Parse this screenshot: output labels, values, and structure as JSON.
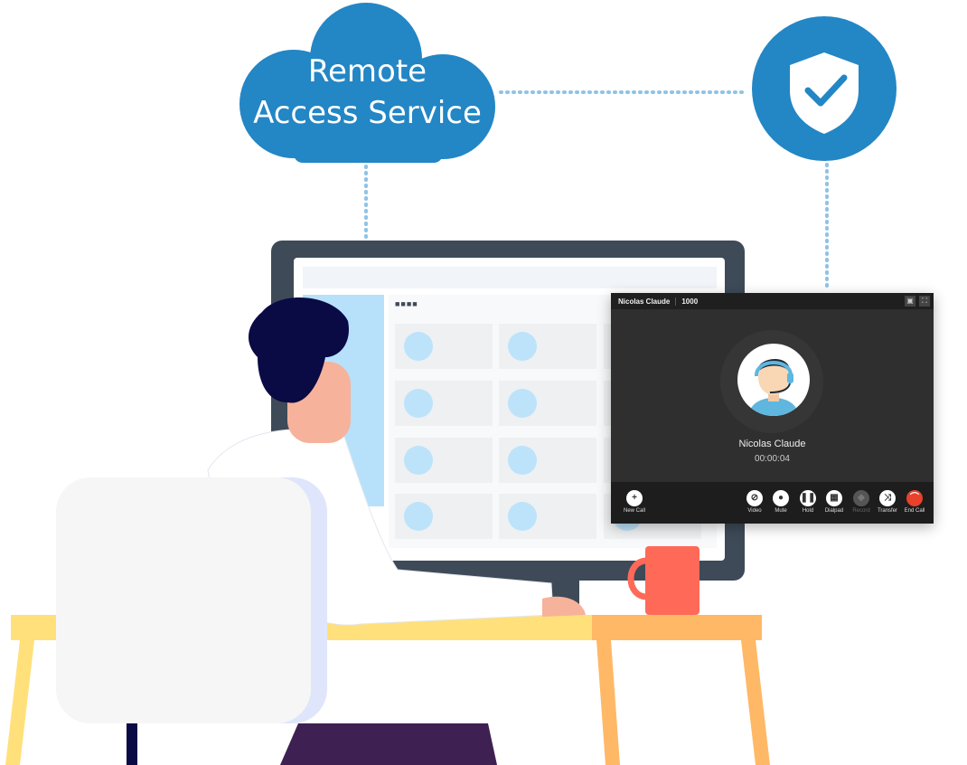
{
  "cloud": {
    "line1": "Remote",
    "line2": "Access Service"
  },
  "colors": {
    "brand_blue": "#2386c5",
    "monitor": "#3e4a57",
    "desk": "#ffe07a",
    "desk_side": "#ffb866",
    "mug": "#ff6a58",
    "hair": "#0a0a44",
    "end_call": "#e8412c"
  },
  "screen": {
    "menu_dots": "■■■■"
  },
  "call": {
    "header_name": "Nicolas Claude",
    "header_ext": "1000",
    "caller_name": "Nicolas Claude",
    "timer": "00:00:04",
    "new_call": "New Call",
    "buttons": [
      {
        "label": "Video",
        "icon": "video-off-icon"
      },
      {
        "label": "Mute",
        "icon": "microphone-icon"
      },
      {
        "label": "Hold",
        "icon": "pause-icon"
      },
      {
        "label": "Dialpad",
        "icon": "dialpad-icon"
      },
      {
        "label": "Record",
        "icon": "record-icon"
      },
      {
        "label": "Transfer",
        "icon": "transfer-icon"
      },
      {
        "label": "End Call",
        "icon": "end-call-icon"
      }
    ]
  }
}
